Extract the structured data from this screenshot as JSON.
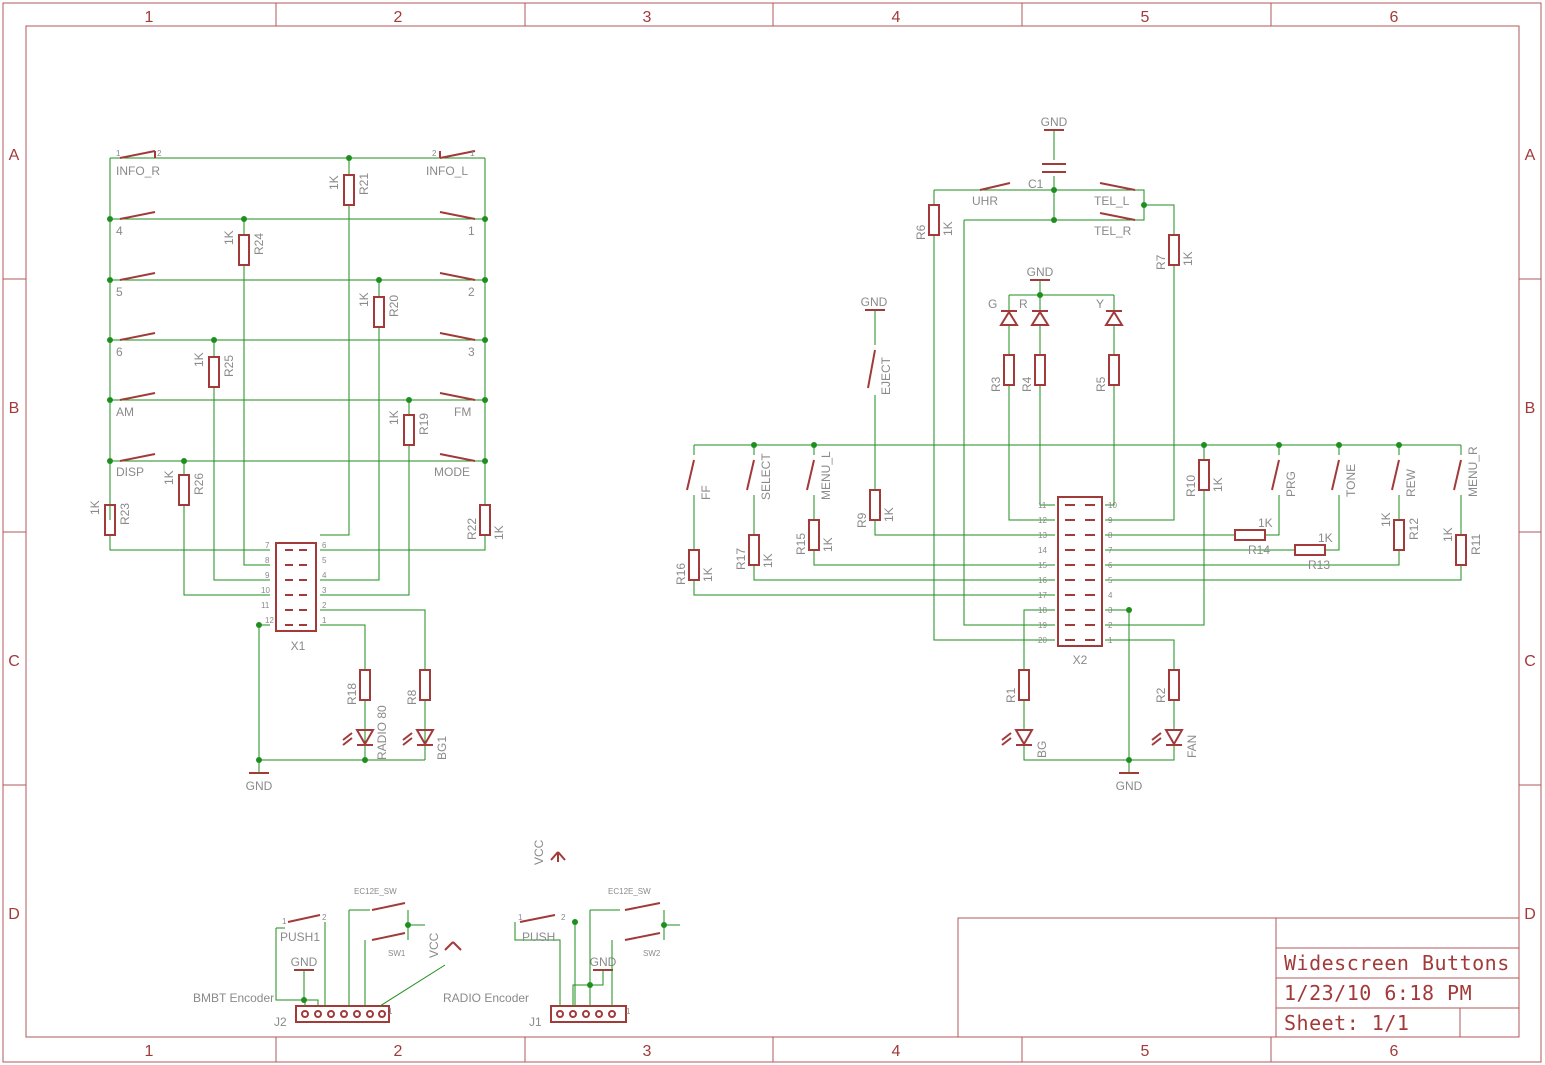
{
  "sheet": {
    "columns": [
      "1",
      "2",
      "3",
      "4",
      "5",
      "6"
    ],
    "rows": [
      "A",
      "B",
      "C",
      "D"
    ]
  },
  "title_block": {
    "title": "Widescreen Buttons",
    "date": "1/23/10 6:18 PM",
    "sheet": "Sheet: 1/1"
  },
  "power": {
    "gnd": "GND",
    "vcc": "VCC"
  },
  "connectors": {
    "x1": "X1",
    "x2": "X2",
    "x1_pins_left": [
      "7",
      "8",
      "9",
      "10",
      "11",
      "12"
    ],
    "x1_pins_right": [
      "6",
      "5",
      "4",
      "3",
      "2",
      "1"
    ],
    "x2_pins_left": [
      "11",
      "12",
      "13",
      "14",
      "15",
      "16",
      "17",
      "18",
      "19",
      "20"
    ],
    "x2_pins_right": [
      "10",
      "9",
      "8",
      "7",
      "6",
      "5",
      "4",
      "3",
      "2",
      "1"
    ],
    "j1": "J1",
    "j2": "J2",
    "bmbt_label": "BMBT Encoder",
    "radio_label": "RADIO Encoder",
    "encoder_sw_type": "EC12E_SW",
    "sw1": "SW1",
    "sw2": "SW2",
    "push1": "PUSH1",
    "push": "PUSH"
  },
  "left_switches": {
    "info_r": "INFO_R",
    "info_l": "INFO_L",
    "s4": "4",
    "s1": "1",
    "s5": "5",
    "s2": "2",
    "s6": "6",
    "s3": "3",
    "am": "AM",
    "fm": "FM",
    "disp": "DISP",
    "mode": "MODE"
  },
  "left_resistors": {
    "r21": "R21",
    "r24": "R24",
    "r20": "R20",
    "r25": "R25",
    "r19": "R19",
    "r26": "R26",
    "r23": "R23",
    "r22": "R22",
    "r18": "R18",
    "r8": "R8",
    "value": "1K"
  },
  "left_leds": {
    "radio": "RADIO 80",
    "bg1": "BG1"
  },
  "right_switches": {
    "uhr": "UHR",
    "tel_l": "TEL_L",
    "tel_r": "TEL_R",
    "eject": "EJECT",
    "ff": "FF",
    "select": "SELECT",
    "menu_l": "MENU_L",
    "prg": "PRG",
    "tone": "TONE",
    "rew": "REW",
    "menu_r": "MENU_R"
  },
  "right_parts": {
    "c1": "C1",
    "r6": "R6",
    "r7": "R7",
    "r3": "R3",
    "r4": "R4",
    "r5": "R5",
    "r9": "R9",
    "r10": "R10",
    "r14": "R14",
    "r13": "R13",
    "r12": "R12",
    "r11": "R11",
    "r15": "R15",
    "r16": "R16",
    "r17": "R17",
    "r1": "R1",
    "r2": "R2",
    "value": "1K"
  },
  "right_leds": {
    "g": "G",
    "r": "R",
    "y": "Y",
    "bg": "BG",
    "fan": "FAN"
  },
  "pin_numbers": {
    "p1": "1",
    "p2": "2"
  }
}
